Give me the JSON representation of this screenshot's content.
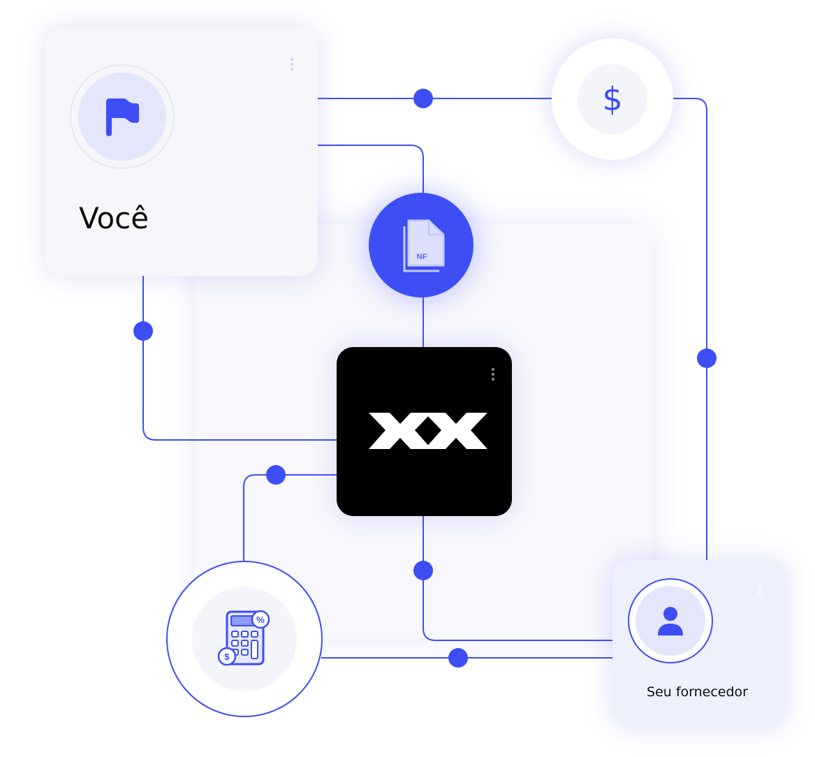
{
  "nodes": {
    "you": {
      "label": "Você"
    },
    "supplier": {
      "label": "Seu fornecedor"
    },
    "payment": {
      "symbol": "$"
    },
    "invoice": {
      "tag": "NF"
    },
    "platform": {
      "logo_text": "XX"
    },
    "calculator": {
      "percent_symbol": "%",
      "coin_symbol": "$"
    }
  },
  "icons": {
    "you": "flag-icon",
    "supplier": "user-icon",
    "payment": "dollar-icon",
    "invoice": "invoice-document-icon",
    "calculator": "calculator-icon",
    "menu": "kebab-menu-icon"
  },
  "colors": {
    "accent": "#3d4ef5",
    "accent_light": "#e4e6fb",
    "card_bg": "#f6f6fb",
    "platform_bg": "#000000",
    "text": "#0d0d0d"
  }
}
